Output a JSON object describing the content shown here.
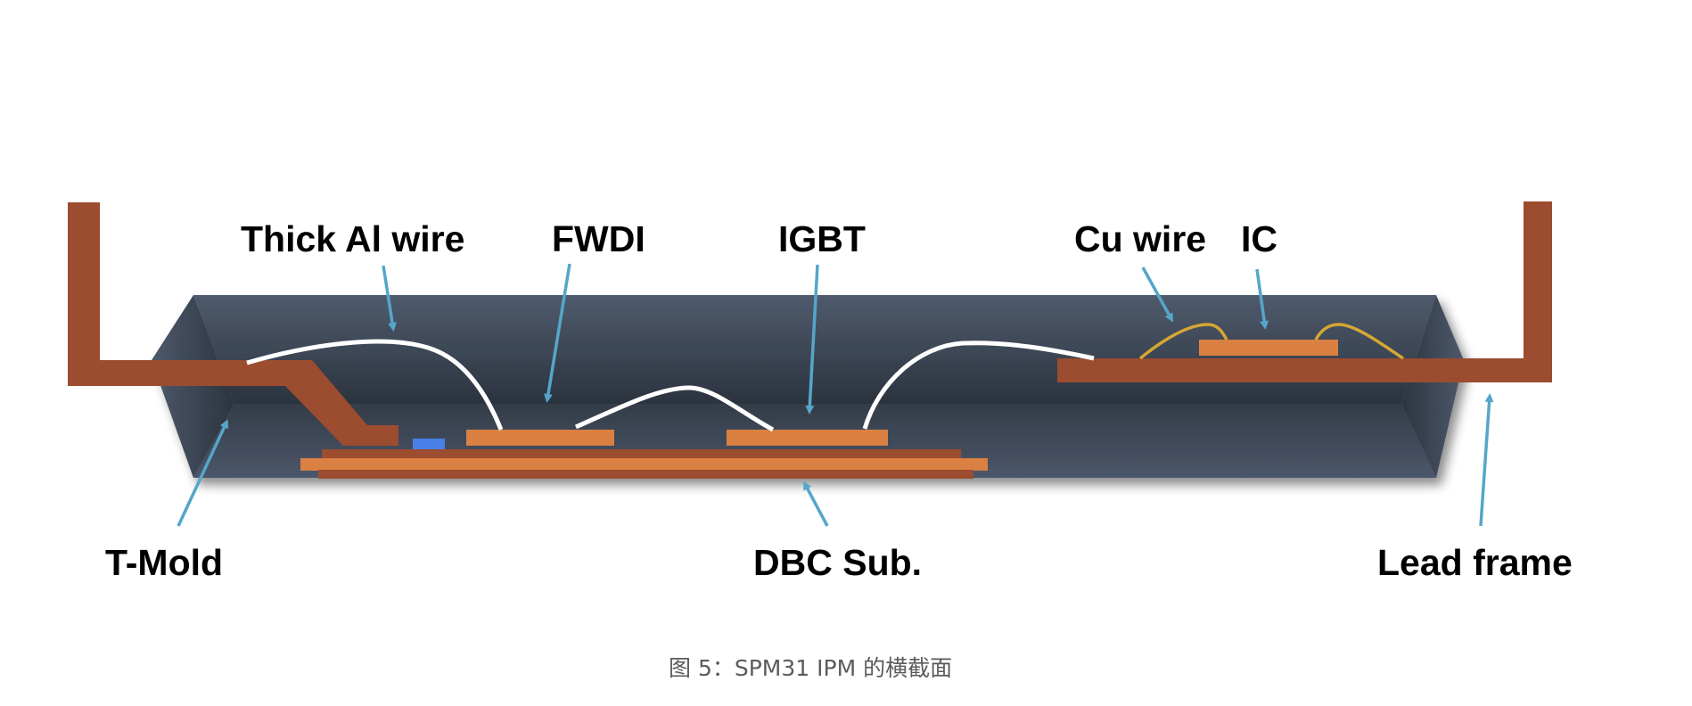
{
  "figure": {
    "caption": "图 5：SPM31 IPM 的横截面",
    "title": "SPM31 IPM cross-section"
  },
  "labels": {
    "thick_al_wire": "Thick Al wire",
    "fwdi": "FWDI",
    "igbt": "IGBT",
    "cu_wire": "Cu wire",
    "ic": "IC",
    "t_mold": "T-Mold",
    "dbc_sub": "DBC Sub.",
    "lead_frame": "Lead frame"
  },
  "colors": {
    "lead_frame": "#9c4c2f",
    "chip": "#d98042",
    "dbc_ceramic": "#d98042",
    "dbc_copper": "#9c4c2f",
    "al_wire": "#ffffff",
    "cu_wire": "#d4a734",
    "mold_light": "#4f5b6d",
    "mold_dark": "#2b333e",
    "pointer_arrow": "#55a6c9",
    "small_component": "#4a7fe8"
  }
}
